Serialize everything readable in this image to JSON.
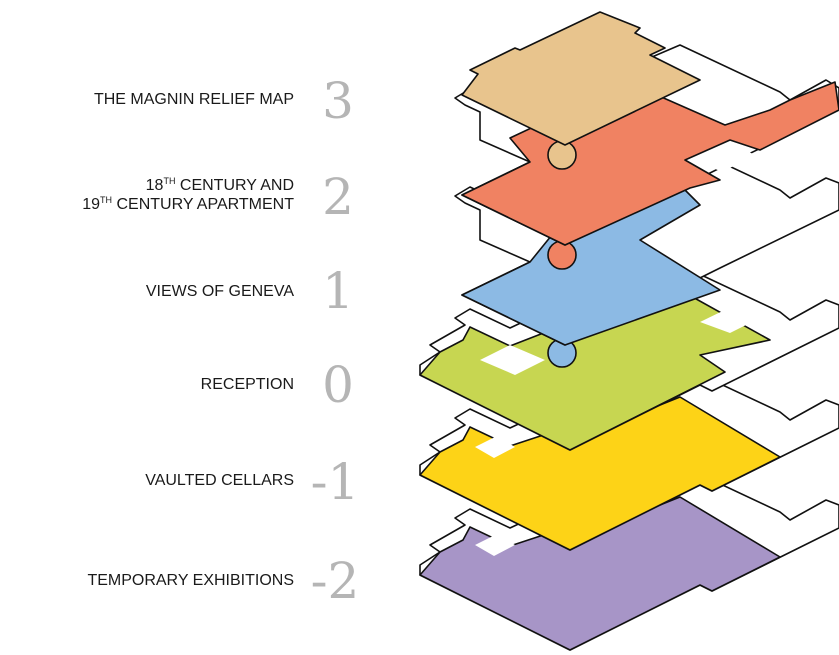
{
  "floors": [
    {
      "number": "3",
      "label": "THE MAGNIN RELIEF MAP",
      "color": "#E8C48D"
    },
    {
      "number": "2",
      "label_line1_prefix": "18",
      "label_line1_sup": "TH",
      "label_line1_suffix": " CENTURY AND",
      "label_line2_prefix": "19",
      "label_line2_sup": "TH",
      "label_line2_suffix": " CENTURY APARTMENT",
      "color": "#F08262"
    },
    {
      "number": "1",
      "label": "VIEWS OF GENEVA",
      "color": "#8CBAE4"
    },
    {
      "number": "0",
      "label": "RECEPTION",
      "color": "#C7D651"
    },
    {
      "number": "-1",
      "label": "VAULTED CELLARS",
      "color": "#FDD317"
    },
    {
      "number": "-2",
      "label": "TEMPORARY EXHIBITIONS",
      "color": "#A795C7"
    }
  ]
}
